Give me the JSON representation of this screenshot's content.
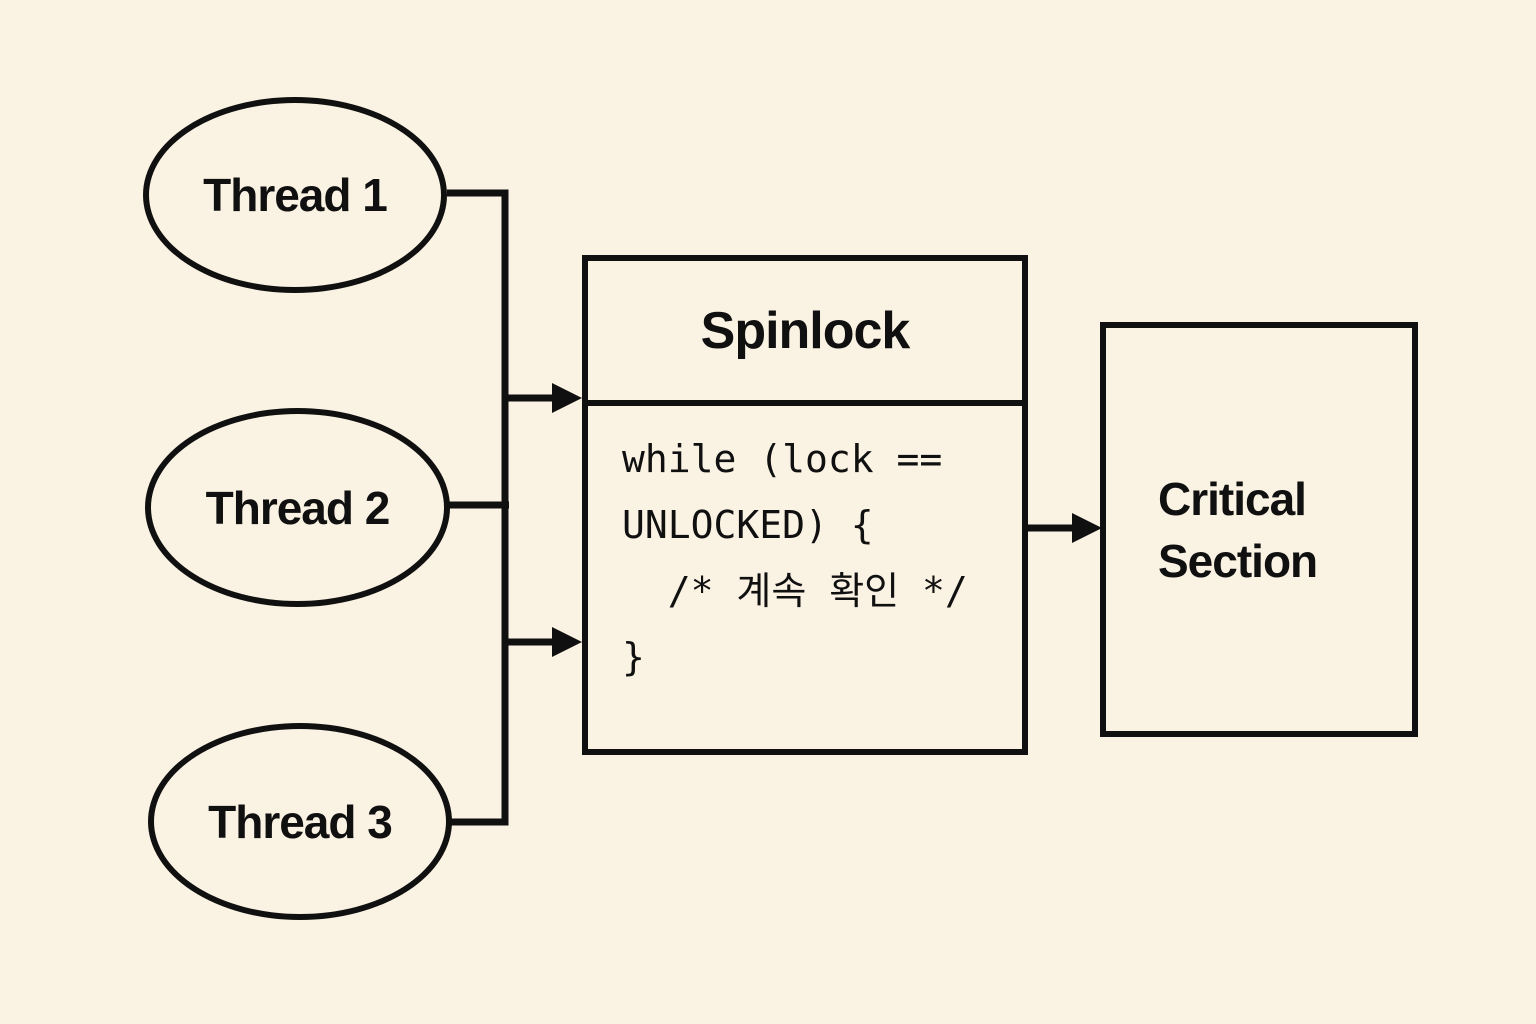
{
  "diagram": {
    "background_color": "#faf2e3",
    "line_color": "#101010",
    "threads": [
      {
        "label": "Thread 1"
      },
      {
        "label": "Thread 2"
      },
      {
        "label": "Thread 3"
      }
    ],
    "spinlock": {
      "title": "Spinlock",
      "code_lines": [
        "while (lock ==",
        "UNLOCKED) {",
        "  /* 계속 확인 */",
        "}"
      ]
    },
    "critical_section": {
      "label": "Critical Section"
    }
  }
}
